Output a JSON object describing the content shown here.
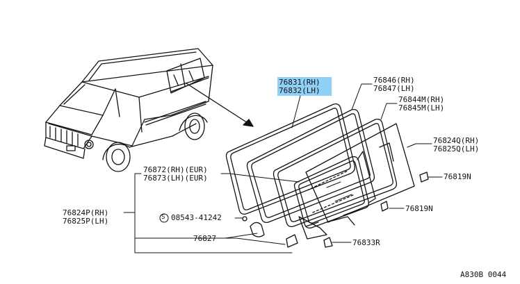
{
  "callouts": {
    "c76831": "76831(RH)",
    "c76832": "76832(LH)",
    "c76846": "76846(RH)",
    "c76847": "76847(LH)",
    "c76844m": "76844M(RH)",
    "c76845m": "76845M(LH)",
    "c76824q": "76824Q(RH)",
    "c76825q": "76825Q(LH)",
    "c76872": "76872(RH)(EUR)",
    "c76873": "76873(LH)(EUR)",
    "c76819n_a": "76819N",
    "c76819n_b": "76819N",
    "c76824p": "76824P(RH)",
    "c76825p": "76825P(LH)",
    "c08543": "08543-41242",
    "c08543_symbol": "S",
    "c76827": "76827",
    "c76833r": "76833R"
  },
  "diagram_code": "A830B 0044",
  "colors": {
    "highlight": "#8fd0f5",
    "line": "#111111"
  }
}
